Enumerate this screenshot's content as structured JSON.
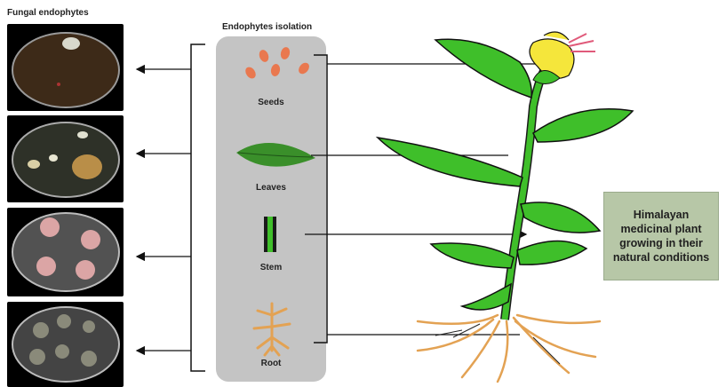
{
  "labels": {
    "fungal_title": "Fungal endophytes",
    "isolation_title": "Endophytes isolation"
  },
  "parts": [
    {
      "name": "Seeds",
      "icon": "seeds-icon"
    },
    {
      "name": "Leaves",
      "icon": "leaf-icon"
    },
    {
      "name": "Stem",
      "icon": "stem-icon"
    },
    {
      "name": "Root",
      "icon": "root-icon"
    }
  ],
  "plant_note": "Himalayan medicinal plant growing in their natural conditions",
  "colors": {
    "panel": "#c4c4c4",
    "note_box": "#b7c7a7",
    "leaf_green": "#3fbf2a",
    "seed_orange": "#e9784f",
    "root_tan": "#e3a253",
    "flower_yellow": "#f5e63b"
  }
}
